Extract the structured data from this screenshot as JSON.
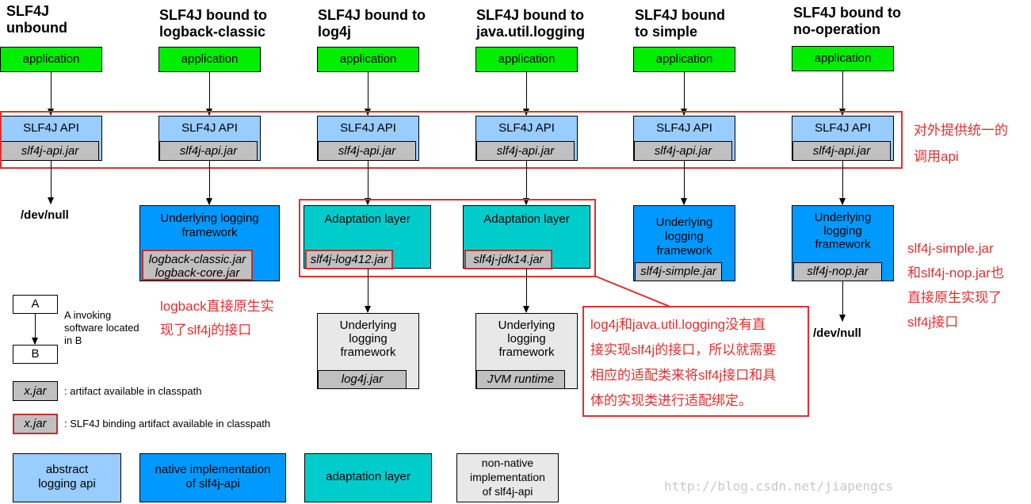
{
  "columns": [
    {
      "title1": "SLF4J",
      "title2": "unbound"
    },
    {
      "title1": "SLF4J bound to",
      "title2": "logback-classic"
    },
    {
      "title1": "SLF4J bound to",
      "title2": "log4j"
    },
    {
      "title1": "SLF4J bound to",
      "title2": "java.util.logging"
    },
    {
      "title1": "SLF4J bound",
      "title2": "to simple"
    },
    {
      "title1": "SLF4J bound to",
      "title2": "no-operation"
    }
  ],
  "labels": {
    "application": "application",
    "slf4j_api": "SLF4J API",
    "slf4j_api_jar": "slf4j-api.jar",
    "dev_null": "/dev/null",
    "underlying_logging": "Underlying logging",
    "framework": "framework",
    "underlying": "Underlying",
    "logging": "logging",
    "adaptation_layer": "Adaptation layer"
  },
  "jars": {
    "logback_classic": "logback-classic.jar",
    "logback_core": "logback-core.jar",
    "log412": "slf4j-log412.jar",
    "jdk14": "slf4j-jdk14.jar",
    "simple": "slf4j-simple.jar",
    "nop": "slf4j-nop.jar",
    "log4j": "log4j.jar",
    "jvm": "JVM runtime"
  },
  "notes": {
    "api_line1": "对外提供统一的",
    "api_line2": "调用api",
    "logback_line1": "logback直接原生实",
    "logback_line2": "现了slf4j的接口",
    "simple_line1": "slf4j-simple.jar",
    "simple_line2": "和slf4j-nop.jar也",
    "simple_line3": "直接原生实现了",
    "simple_line4": "slf4j接口",
    "adapt_line1": "log4j和java.util.logging没有直",
    "adapt_line2": "接实现slf4j的接口，所以就需要",
    "adapt_line3": "相应的适配类来将slf4j接口和具",
    "adapt_line4": "体的实现类进行适配绑定。"
  },
  "legend": {
    "a": "A",
    "b": "B",
    "invoking1": "A invoking",
    "invoking2": "software located",
    "invoking3": "in B",
    "xjar": "x.jar",
    "artifact": ": artifact available in classpath",
    "binding": ": SLF4J binding artifact available in classpath",
    "abstract1": "abstract",
    "abstract2": "logging api",
    "native1": "native implementation",
    "native2": "of slf4j-api",
    "adaptation": "adaptation layer",
    "nonnative1": "non-native",
    "nonnative2": "implementation",
    "nonnative3": "of slf4j-api"
  },
  "watermark": "http://blog.csdn.net/jiapengcs",
  "colors": {
    "application": "#00ee00",
    "abstract_api": "#99ccff",
    "native": "#0099ff",
    "adaptation": "#00cccc",
    "non_native": "#e8e8e8",
    "jar": "#c0c0c0",
    "annotation_red": "#e03030"
  }
}
